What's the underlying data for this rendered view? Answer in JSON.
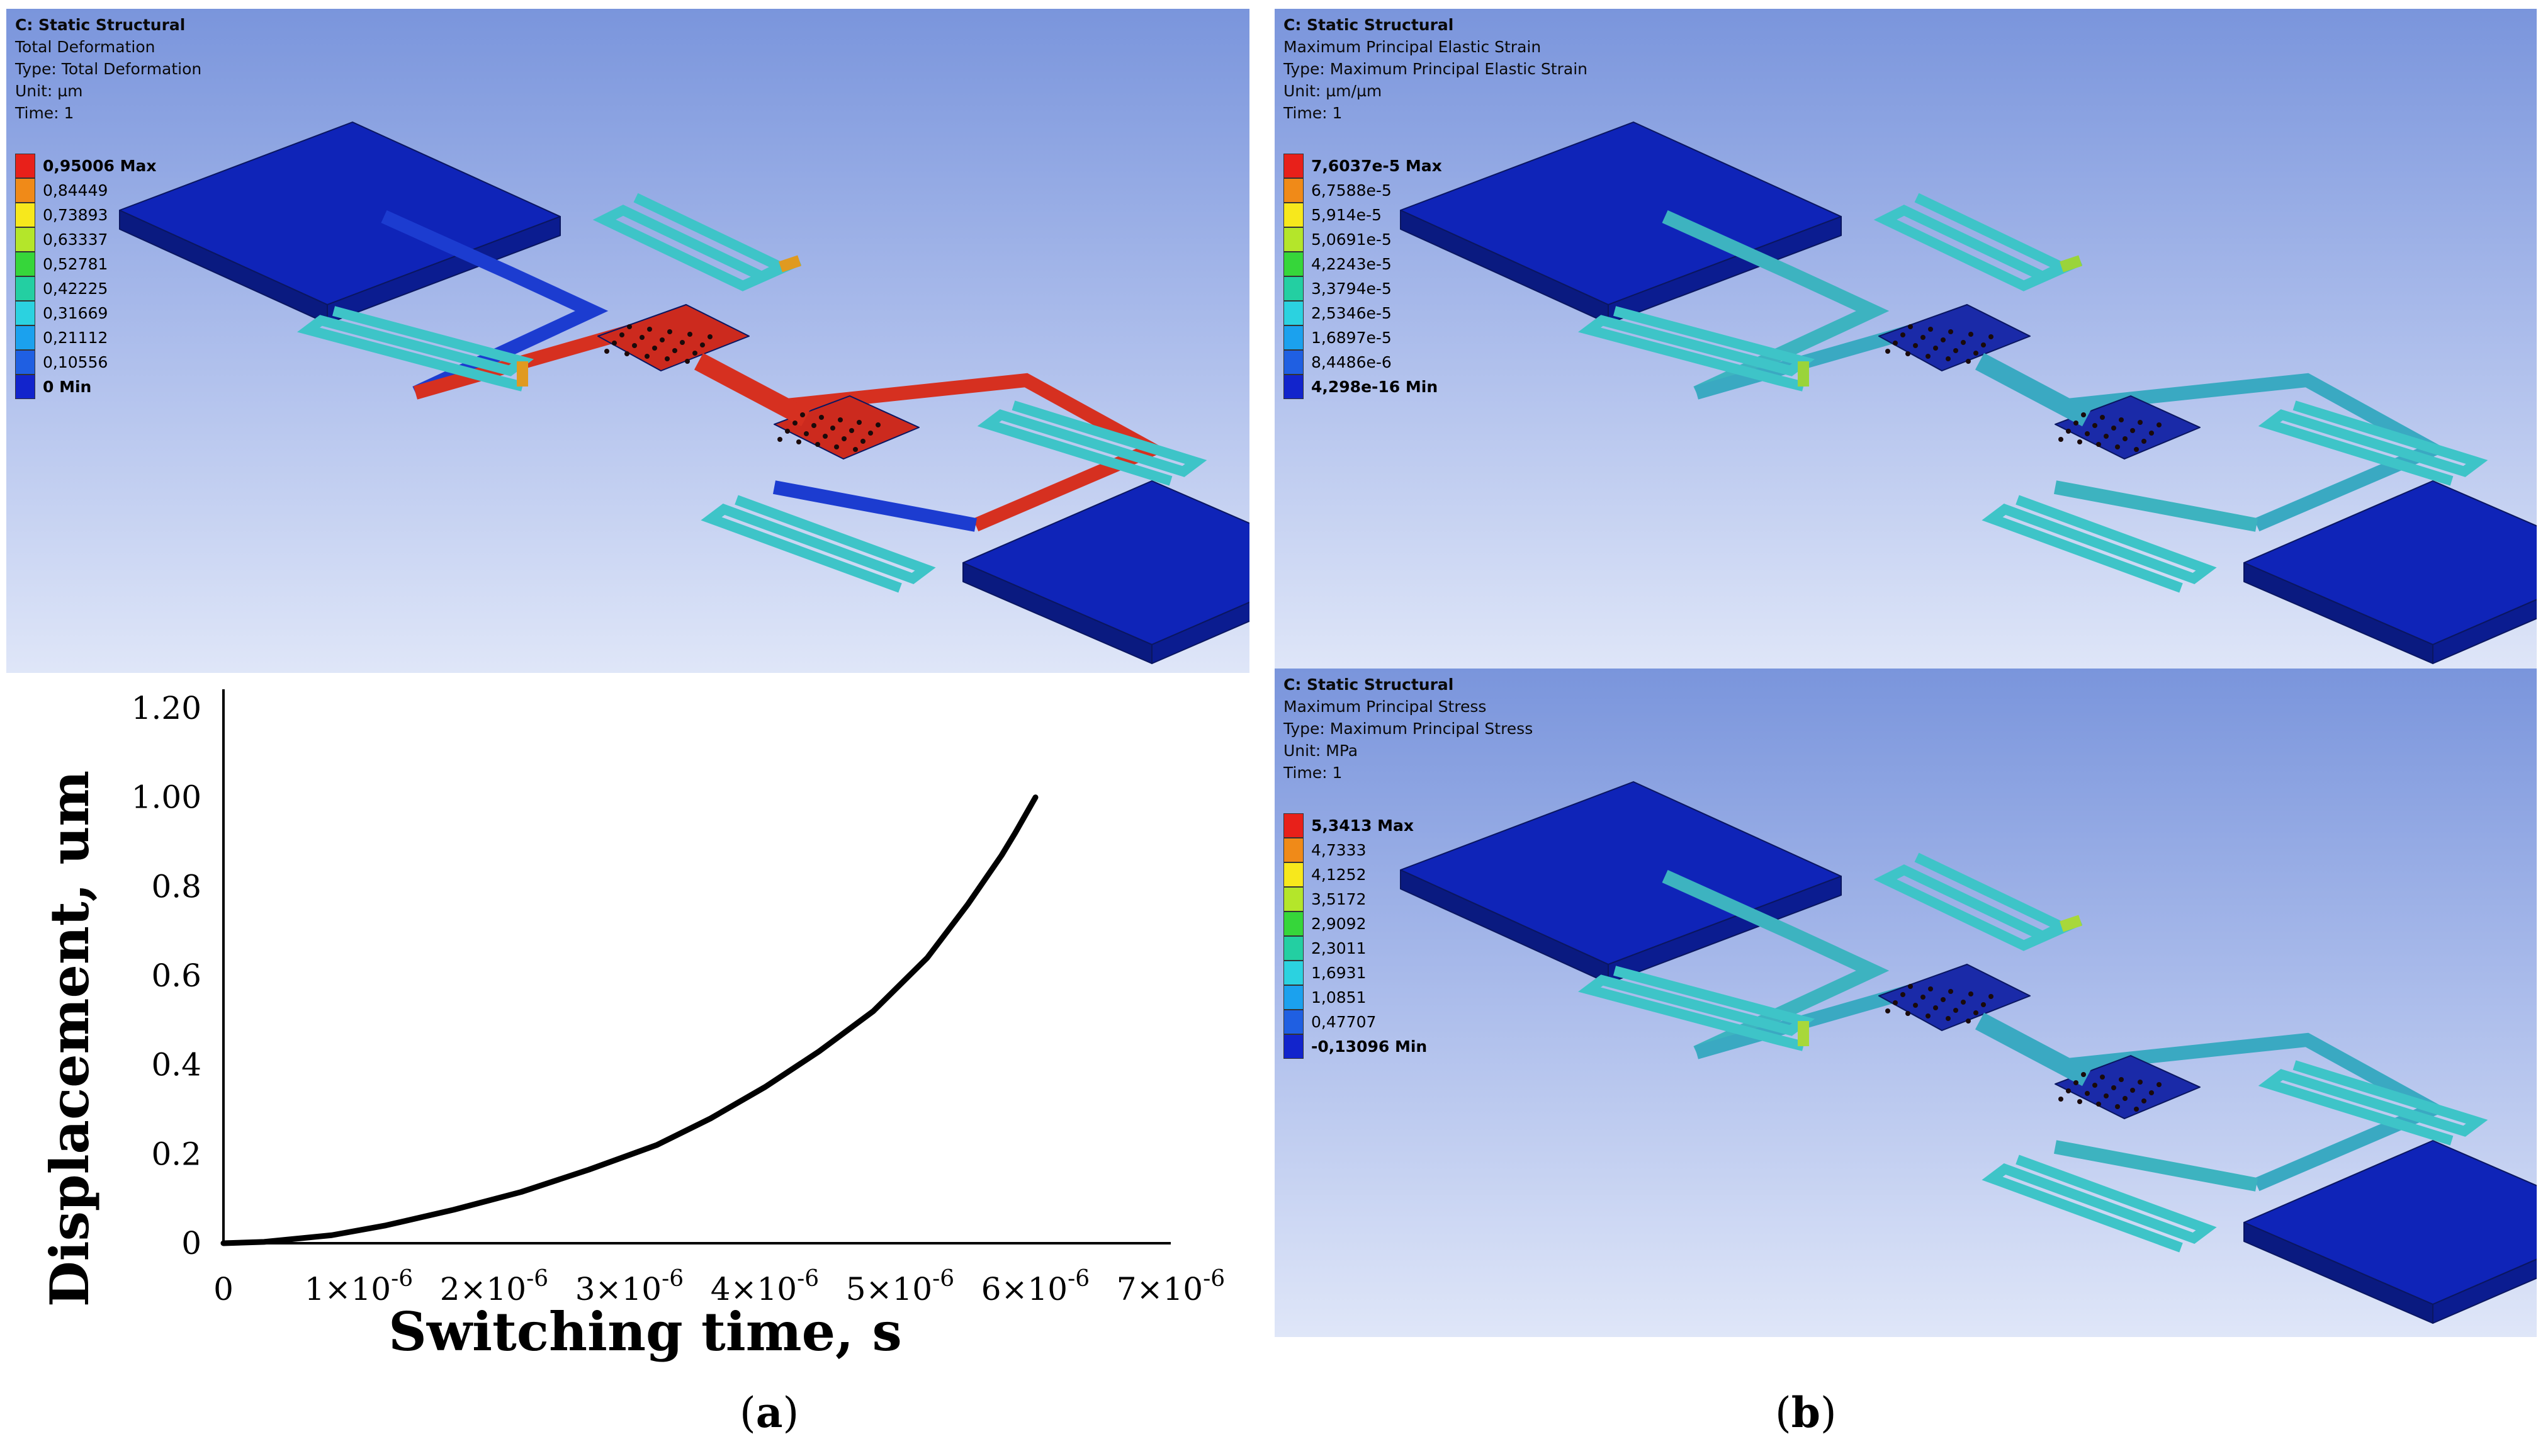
{
  "panels": [
    {
      "id": "deformation",
      "header": [
        "C: Static Structural",
        "Total Deformation",
        "Type: Total Deformation",
        "Unit: µm",
        "Time: 1"
      ],
      "legend": [
        "0,95006 Max",
        "0,84449",
        "0,73893",
        "0,63337",
        "0,52781",
        "0,42225",
        "0,31669",
        "0,21112",
        "0,10556",
        "0 Min"
      ],
      "colors": [
        "#e8201a",
        "#f08a18",
        "#f7e81c",
        "#b4e62a",
        "#36d63a",
        "#23cfa2",
        "#2bd2e0",
        "#1ba1ee",
        "#1f5fe2",
        "#1224cc"
      ],
      "model_colors": {
        "beam": "#1c3cd0",
        "bridge": "#d63020",
        "plate": "#cc2a1e",
        "spring": "#3ec4c8",
        "hot": "#e09a20",
        "pad": "#0f24b8"
      }
    },
    {
      "id": "strain",
      "header": [
        "C: Static Structural",
        "Maximum Principal Elastic Strain",
        "Type: Maximum Principal Elastic Strain",
        "Unit: µm/µm",
        "Time: 1"
      ],
      "legend": [
        "7,6037e-5 Max",
        "6,7588e-5",
        "5,914e-5",
        "5,0691e-5",
        "4,2243e-5",
        "3,3794e-5",
        "2,5346e-5",
        "1,6897e-5",
        "8,4486e-6",
        "4,298e-16 Min"
      ],
      "colors": [
        "#e8201a",
        "#f08a18",
        "#f7e81c",
        "#b4e62a",
        "#36d63a",
        "#23cfa2",
        "#2bd2e0",
        "#1ba1ee",
        "#1f5fe2",
        "#1224cc"
      ],
      "model_colors": {
        "beam": "#3db3c0",
        "bridge": "#3aa9c2",
        "plate": "#1a2aa8",
        "spring": "#3ec4c8",
        "hot": "#9ad43a",
        "pad": "#0f24b8"
      }
    },
    {
      "id": "stress",
      "header": [
        "C: Static Structural",
        "Maximum Principal Stress",
        "Type: Maximum Principal Stress",
        "Unit: MPa",
        "Time: 1"
      ],
      "legend": [
        "5,3413 Max",
        "4,7333",
        "4,1252",
        "3,5172",
        "2,9092",
        "2,3011",
        "1,6931",
        "1,0851",
        "0,47707",
        "-0,13096 Min"
      ],
      "colors": [
        "#e8201a",
        "#f08a18",
        "#f7e81c",
        "#b4e62a",
        "#36d63a",
        "#23cfa2",
        "#2bd2e0",
        "#1ba1ee",
        "#1f5fe2",
        "#1224cc"
      ],
      "model_colors": {
        "beam": "#3db3c0",
        "bridge": "#3aa9c2",
        "plate": "#1a2aa8",
        "spring": "#3ec4c8",
        "hot": "#a8d83a",
        "pad": "#0f24b8"
      }
    }
  ],
  "captions": {
    "a": "a",
    "b": "b"
  },
  "chart_data": {
    "type": "line",
    "xlabel": "Switching time, s",
    "ylabel": "Displacement, um",
    "x_ticks": [
      {
        "v": 0,
        "base": "0",
        "exp": ""
      },
      {
        "v": 1e-06,
        "base": "1×10",
        "exp": "-6"
      },
      {
        "v": 2e-06,
        "base": "2×10",
        "exp": "-6"
      },
      {
        "v": 3e-06,
        "base": "3×10",
        "exp": "-6"
      },
      {
        "v": 4e-06,
        "base": "4×10",
        "exp": "-6"
      },
      {
        "v": 5e-06,
        "base": "5×10",
        "exp": "-6"
      },
      {
        "v": 6e-06,
        "base": "6×10",
        "exp": "-6"
      },
      {
        "v": 7e-06,
        "base": "7×10",
        "exp": "-6"
      }
    ],
    "y_ticks": [
      "0",
      "0.2",
      "0.4",
      "0.6",
      "0.8",
      "1.00",
      "1.20"
    ],
    "xlim": [
      0,
      7e-06
    ],
    "ylim": [
      0,
      1.2
    ],
    "series": [
      {
        "x": [
          0,
          3e-07,
          8e-07,
          1.2e-06,
          1.7e-06,
          2.2e-06,
          2.7e-06,
          3.2e-06,
          3.6e-06,
          4e-06,
          4.4e-06,
          4.8e-06,
          5.2e-06,
          5.5e-06,
          5.75e-06,
          5.85e-06,
          6e-06
        ],
        "y": [
          0,
          0.003,
          0.018,
          0.04,
          0.075,
          0.115,
          0.165,
          0.22,
          0.28,
          0.35,
          0.43,
          0.52,
          0.64,
          0.76,
          0.87,
          0.92,
          1.0
        ]
      }
    ]
  }
}
